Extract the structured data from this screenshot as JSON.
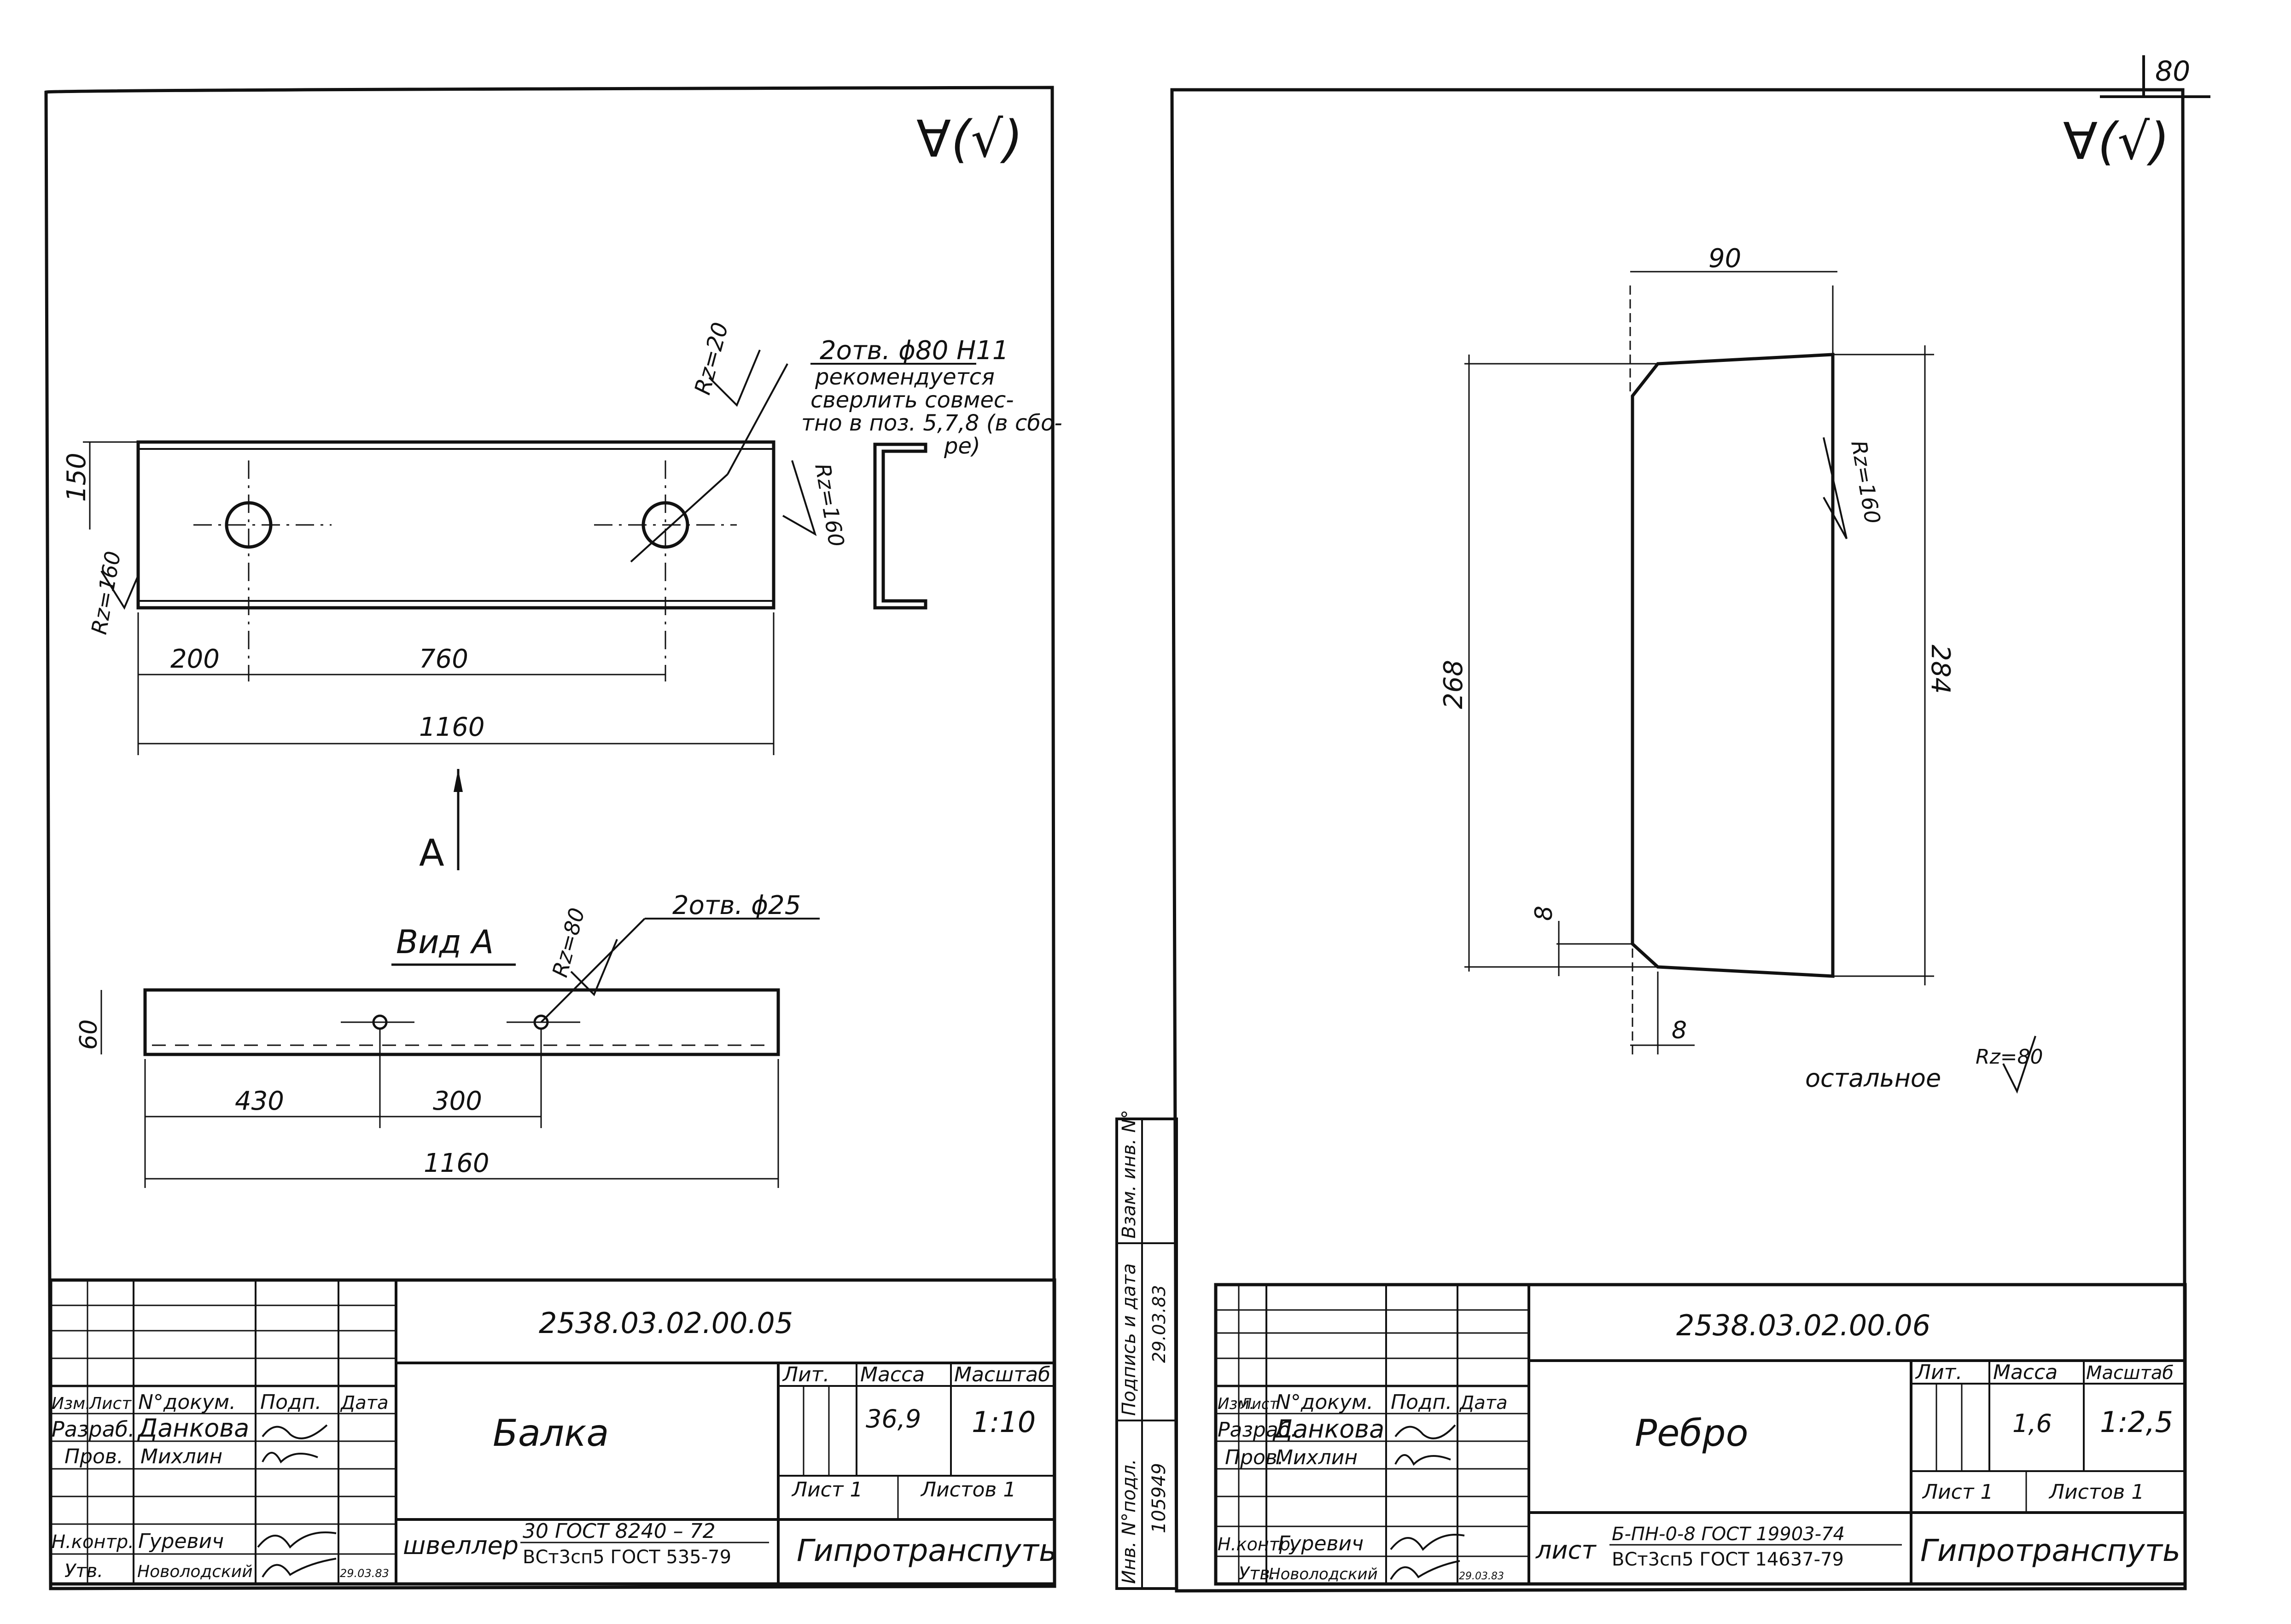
{
  "page_number": "80",
  "roughness_general": "∀(√)",
  "left_sheet": {
    "designation": "2538.03.02.00.05",
    "name": "Балка",
    "mass": "36,9",
    "scale": "1:10",
    "material_prefix": "швеллер",
    "material_line1": "30 ГОСТ 8240 – 72",
    "material_line2": "ВСт3сп5 ГОСТ 535-79",
    "organization": "Гипротранспуть",
    "hole_note_line1": "2отв. ϕ80 H11",
    "hole_note_line2": "рекомендуется",
    "hole_note_line3": "сверлить совмес-",
    "hole_note_line4": "тно в поз. 5,7,8 (в сбо-",
    "hole_note_line5": "ре)",
    "rz_hole": "Rz=20",
    "rz_edge": "Rz=160",
    "rz_end": "Rz=160",
    "rz_view": "Rz=80",
    "dim_height": "150",
    "dim_200": "200",
    "dim_760": "760",
    "dim_1160_a": "1160",
    "view_arrow": "А",
    "view_title": "Вид А",
    "hole_small": "2отв. ϕ25",
    "dim_60": "60",
    "dim_430": "430",
    "dim_300": "300",
    "dim_1160_b": "1160"
  },
  "right_sheet": {
    "designation": "2538.03.02.00.06",
    "name": "Ребро",
    "mass": "1,6",
    "scale": "1:2,5",
    "material_prefix": "лист",
    "material_line1": "Б-ПН-0-8 ГОСТ 19903-74",
    "material_line2": "ВСт3сп5 ГОСТ 14637-79",
    "organization": "Гипротранспуть",
    "dim_90": "90",
    "dim_268": "268",
    "dim_284": "284",
    "dim_8_v": "8",
    "dim_8_h": "8",
    "rz_edge": "Rz=160",
    "rest_label": "остальное",
    "rest_rz": "Rz=80"
  },
  "title_block": {
    "izm": "Изм.",
    "list": "Лист",
    "doc_no": "N°докум.",
    "sign": "Подп.",
    "date": "Дата",
    "razrab": "Разраб.",
    "prov": "Пров.",
    "n_kontr": "Н.контр.",
    "utv": "Утв.",
    "lit": "Лит.",
    "massa": "Масса",
    "masshtab": "Масштаб",
    "sheet": "Лист 1",
    "sheets": "Листов 1",
    "person_razrab": "Данкова",
    "person_prov": "Михлин",
    "person_nkontr": "Гуревич",
    "person_utv": "Новолодский",
    "date_signed": "29.03.83"
  },
  "side_stamp": {
    "inv_podl": "Инв. N°подл.",
    "podp_data": "Подпись и дата",
    "vzam_inv": "Взам. инв. N°",
    "inv_number": "105949",
    "date": "29.03.83"
  }
}
